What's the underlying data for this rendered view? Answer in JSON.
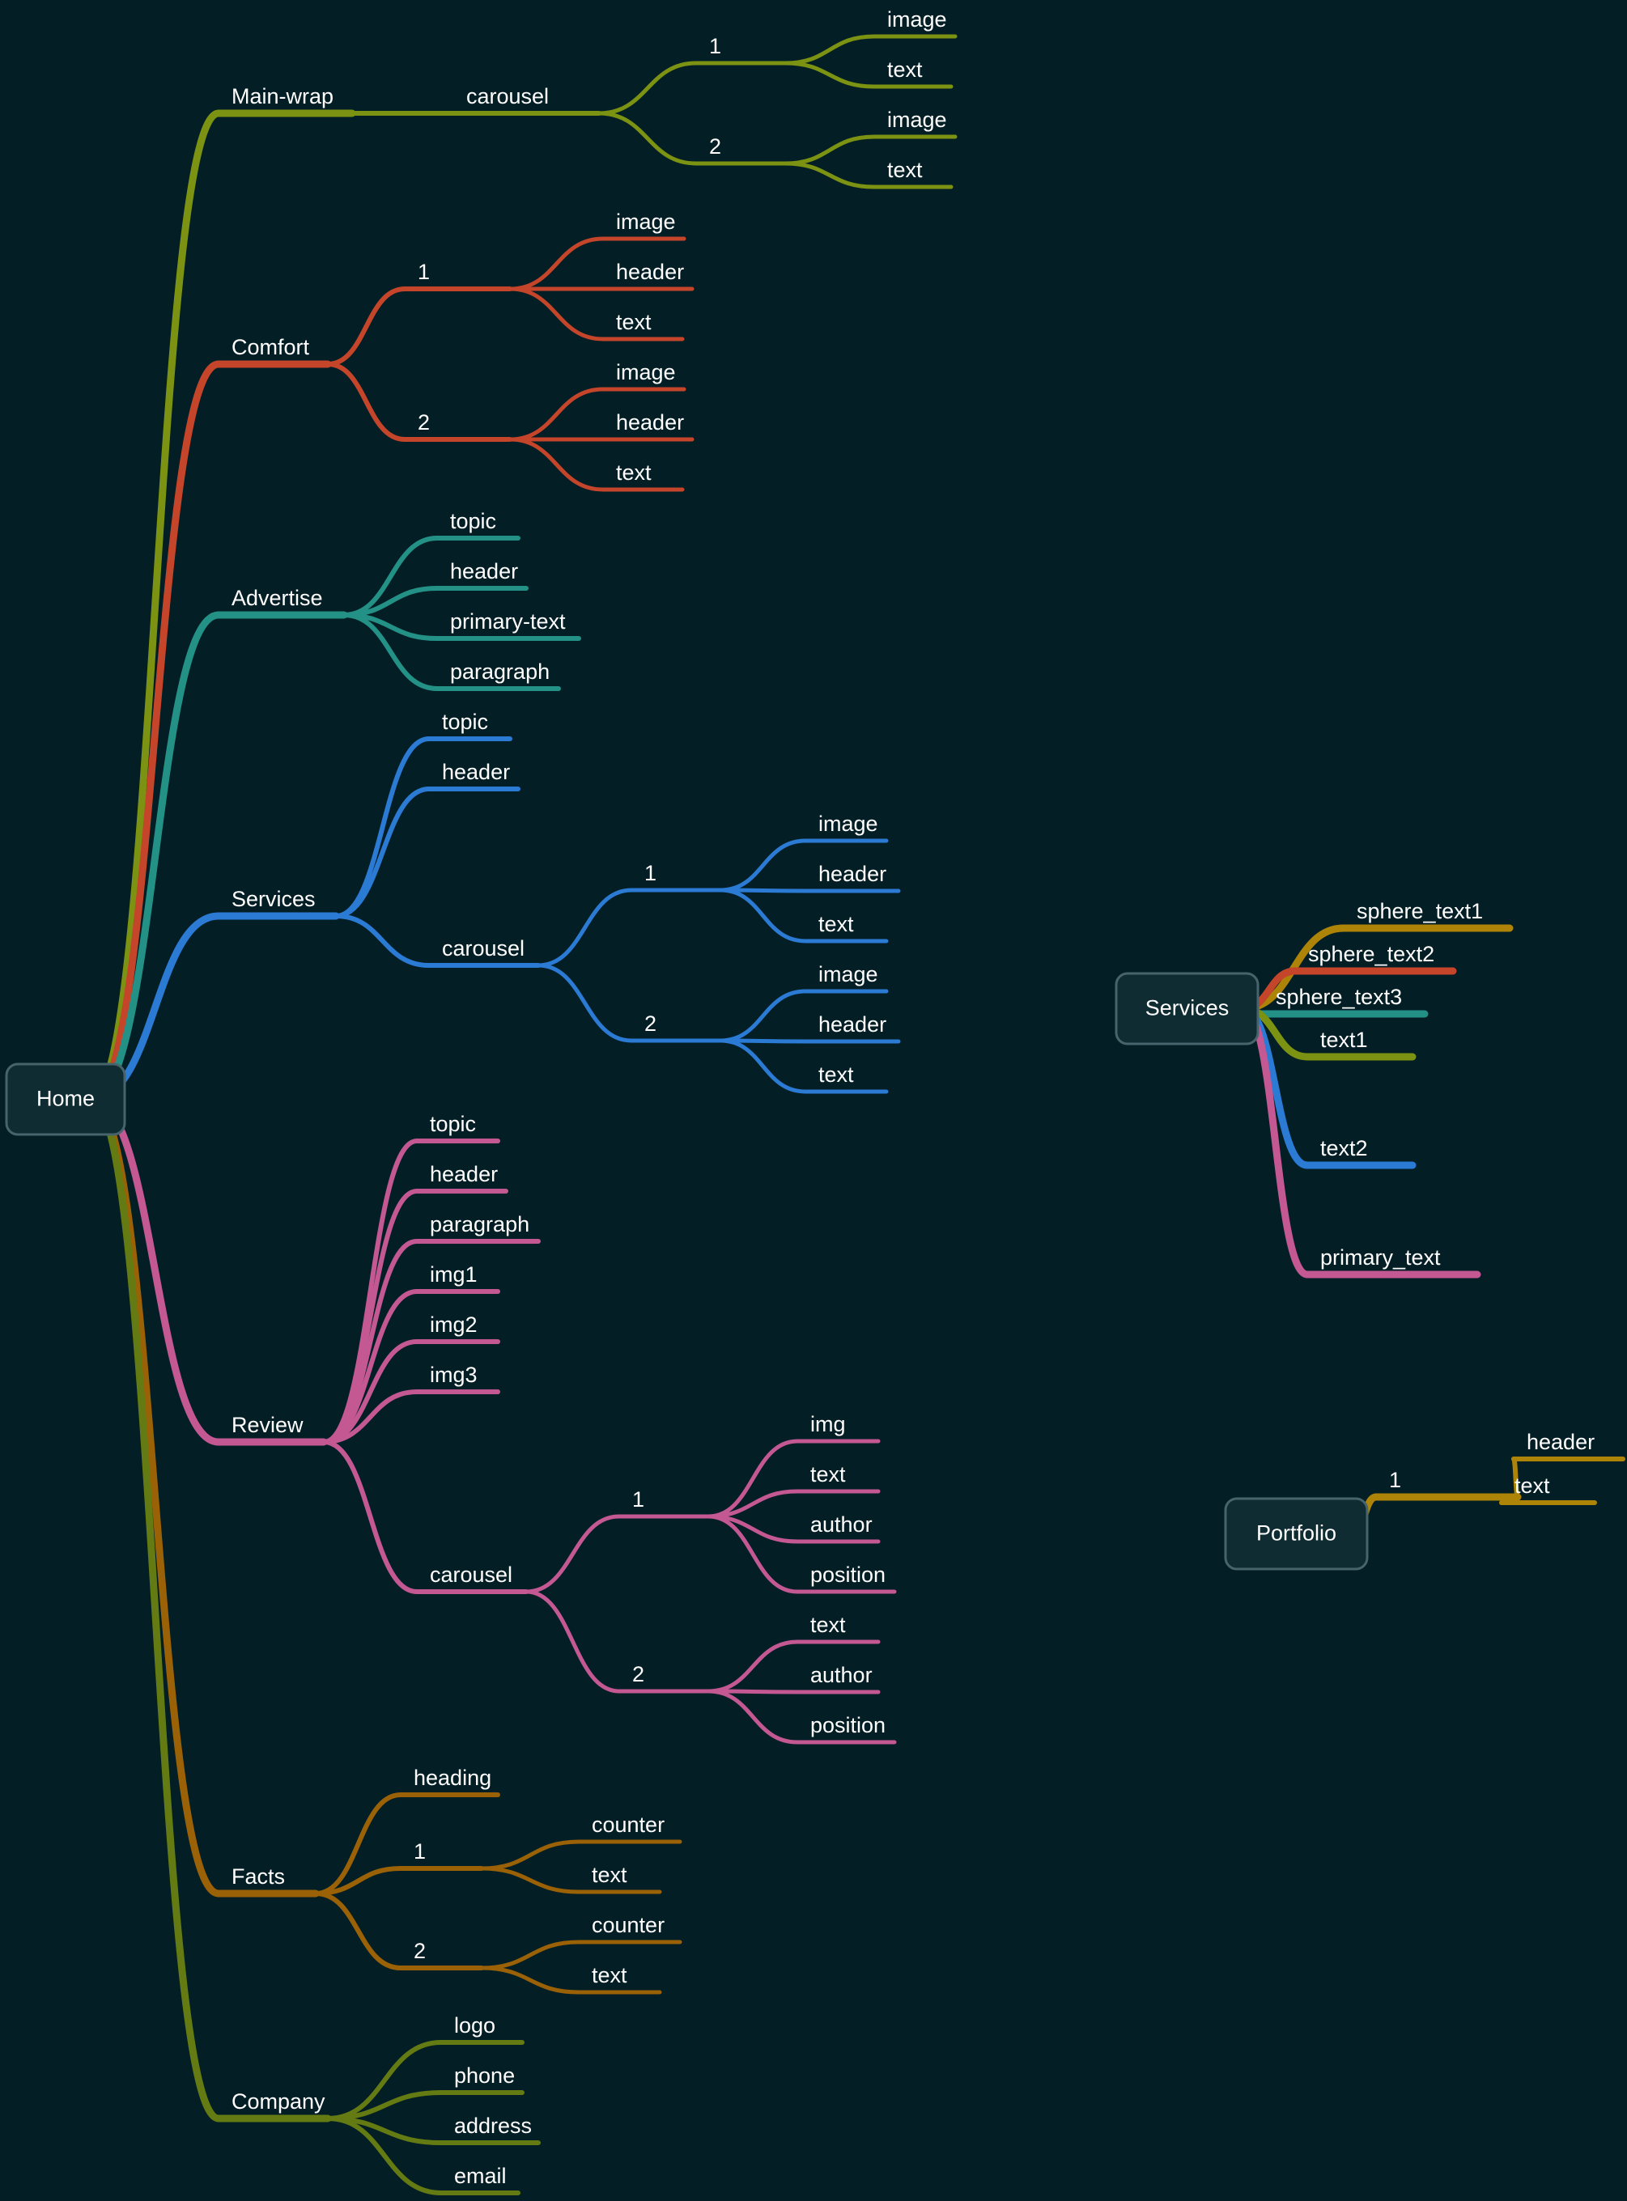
{
  "colors": {
    "background": "#031e25",
    "main_wrap": "#7c9212",
    "comfort": "#c4452a",
    "advertise": "#239186",
    "services": "#2b7ad4",
    "review": "#c35893",
    "facts": "#9a6106",
    "company": "#647a12",
    "sphere1": "#ad8407"
  },
  "mindmaps": [
    {
      "root": "Home",
      "children": [
        {
          "label": "Main-wrap",
          "children": [
            {
              "label": "carousel",
              "children": [
                {
                  "label": "1",
                  "children": [
                    {
                      "label": "image"
                    },
                    {
                      "label": "text"
                    }
                  ]
                },
                {
                  "label": "2",
                  "children": [
                    {
                      "label": "image"
                    },
                    {
                      "label": "text"
                    }
                  ]
                }
              ]
            }
          ]
        },
        {
          "label": "Comfort",
          "children": [
            {
              "label": "1",
              "children": [
                {
                  "label": "image"
                },
                {
                  "label": "header"
                },
                {
                  "label": "text"
                }
              ]
            },
            {
              "label": "2",
              "children": [
                {
                  "label": "image"
                },
                {
                  "label": "header"
                },
                {
                  "label": "text"
                }
              ]
            }
          ]
        },
        {
          "label": "Advertise",
          "children": [
            {
              "label": "topic"
            },
            {
              "label": "header"
            },
            {
              "label": "primary-text"
            },
            {
              "label": "paragraph"
            }
          ]
        },
        {
          "label": "Services",
          "children": [
            {
              "label": "topic"
            },
            {
              "label": "header"
            },
            {
              "label": "carousel",
              "children": [
                {
                  "label": "1",
                  "children": [
                    {
                      "label": "image"
                    },
                    {
                      "label": "header"
                    },
                    {
                      "label": "text"
                    }
                  ]
                },
                {
                  "label": "2",
                  "children": [
                    {
                      "label": "image"
                    },
                    {
                      "label": "header"
                    },
                    {
                      "label": "text"
                    }
                  ]
                }
              ]
            }
          ]
        },
        {
          "label": "Review",
          "children": [
            {
              "label": "topic"
            },
            {
              "label": "header"
            },
            {
              "label": "paragraph"
            },
            {
              "label": "img1"
            },
            {
              "label": "img2"
            },
            {
              "label": "img3"
            },
            {
              "label": "carousel",
              "children": [
                {
                  "label": "1",
                  "children": [
                    {
                      "label": "img"
                    },
                    {
                      "label": "text"
                    },
                    {
                      "label": "author"
                    },
                    {
                      "label": "position"
                    }
                  ]
                },
                {
                  "label": "2",
                  "children": [
                    {
                      "label": "text"
                    },
                    {
                      "label": "author"
                    },
                    {
                      "label": "position"
                    }
                  ]
                }
              ]
            }
          ]
        },
        {
          "label": "Facts",
          "children": [
            {
              "label": "heading"
            },
            {
              "label": "1",
              "children": [
                {
                  "label": "counter"
                },
                {
                  "label": "text"
                }
              ]
            },
            {
              "label": "2",
              "children": [
                {
                  "label": "counter"
                },
                {
                  "label": "text"
                }
              ]
            }
          ]
        },
        {
          "label": "Company",
          "children": [
            {
              "label": "logo"
            },
            {
              "label": "phone"
            },
            {
              "label": "address"
            },
            {
              "label": "email"
            }
          ]
        }
      ]
    },
    {
      "root": "Services",
      "children": [
        {
          "label": "sphere_text1"
        },
        {
          "label": "sphere_text2"
        },
        {
          "label": "sphere_text3"
        },
        {
          "label": "text1"
        },
        {
          "label": "text2"
        },
        {
          "label": "primary_text"
        }
      ]
    },
    {
      "root": "Portfolio",
      "children": [
        {
          "label": "1",
          "children": [
            {
              "label": "header"
            },
            {
              "label": "text"
            }
          ]
        }
      ]
    }
  ]
}
